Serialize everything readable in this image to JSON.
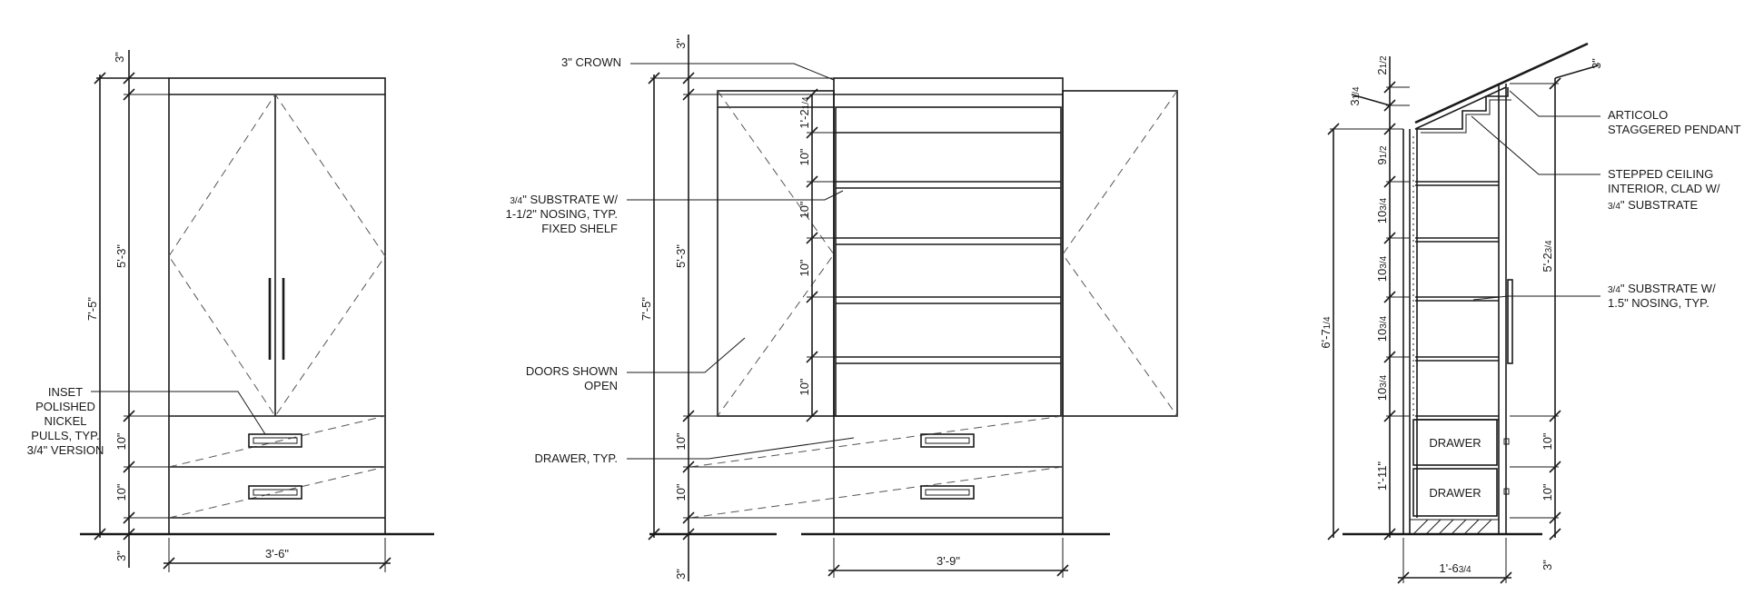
{
  "elevation_1": {
    "dims": {
      "top": "3\"",
      "height": "7'-5\"",
      "upper": "5'-3\"",
      "drawer_1": "10\"",
      "drawer_2": "10\"",
      "base": "3\"",
      "width": "3'-6\""
    },
    "notes": {
      "pulls": [
        "INSET",
        "POLISHED",
        "NICKEL",
        "PULLS, TYP.",
        "3/4\" VERSION"
      ]
    }
  },
  "elevation_2": {
    "dims": {
      "top": "3\"",
      "height": "7'-5\"",
      "upper": "5'-3\"",
      "shelf_1_whole": "1'-2",
      "shelf_1_frac": "1/4",
      "shelf_2": "10\"",
      "shelf_3": "10\"",
      "shelf_4": "10\"",
      "shelf_5": "10\"",
      "drawer_1": "10\"",
      "drawer_2": "10\"",
      "base": "3\"",
      "width": "3'-9\""
    },
    "notes": {
      "crown": "3\" CROWN",
      "shelf_frac": "3/4",
      "shelf_line_1": "\" SUBSTRATE W/",
      "shelf_line_2": "1-1/2\" NOSING, TYP.",
      "shelf_line_3": "FIXED SHELF",
      "doors_line_1": "DOORS SHOWN",
      "doors_line_2": "OPEN",
      "drawer": "DRAWER, TYP."
    }
  },
  "section": {
    "dims": {
      "top_right": "3\"",
      "top_a_whole": "2",
      "top_a_frac": "1/2",
      "top_b_whole": "3",
      "top_b_frac": "1/4",
      "shelf_1_whole": "9",
      "shelf_1_frac": "1/2",
      "shelf_2_whole": "10",
      "shelf_2_frac": "3/4",
      "shelf_3_whole": "10",
      "shelf_3_frac": "3/4",
      "shelf_4_whole": "10",
      "shelf_4_frac": "3/4",
      "shelf_5_whole": "10",
      "shelf_5_frac": "3/4",
      "total_whole": "6'-7",
      "total_frac": "1/4",
      "drawers": "1'-11\"",
      "upper_whole": "5'-2",
      "upper_frac": "3/4",
      "drawer_r1": "10\"",
      "drawer_r2": "10\"",
      "base_r": "3\"",
      "depth_whole": "1'-6",
      "depth_frac": "3/4"
    },
    "drawer_labels": [
      "DRAWER",
      "DRAWER"
    ],
    "notes": {
      "pendant_1": "ARTICOLO",
      "pendant_2": "STAGGERED PENDANT",
      "ceiling_1": "STEPPED CEILING",
      "ceiling_2": "INTERIOR, CLAD W/",
      "ceiling_frac": "3/4",
      "ceiling_3": "\" SUBSTRATE",
      "sub_frac": "3/4",
      "sub_1": "\" SUBSTRATE W/",
      "sub_2": "1.5\" NOSING, TYP."
    }
  }
}
